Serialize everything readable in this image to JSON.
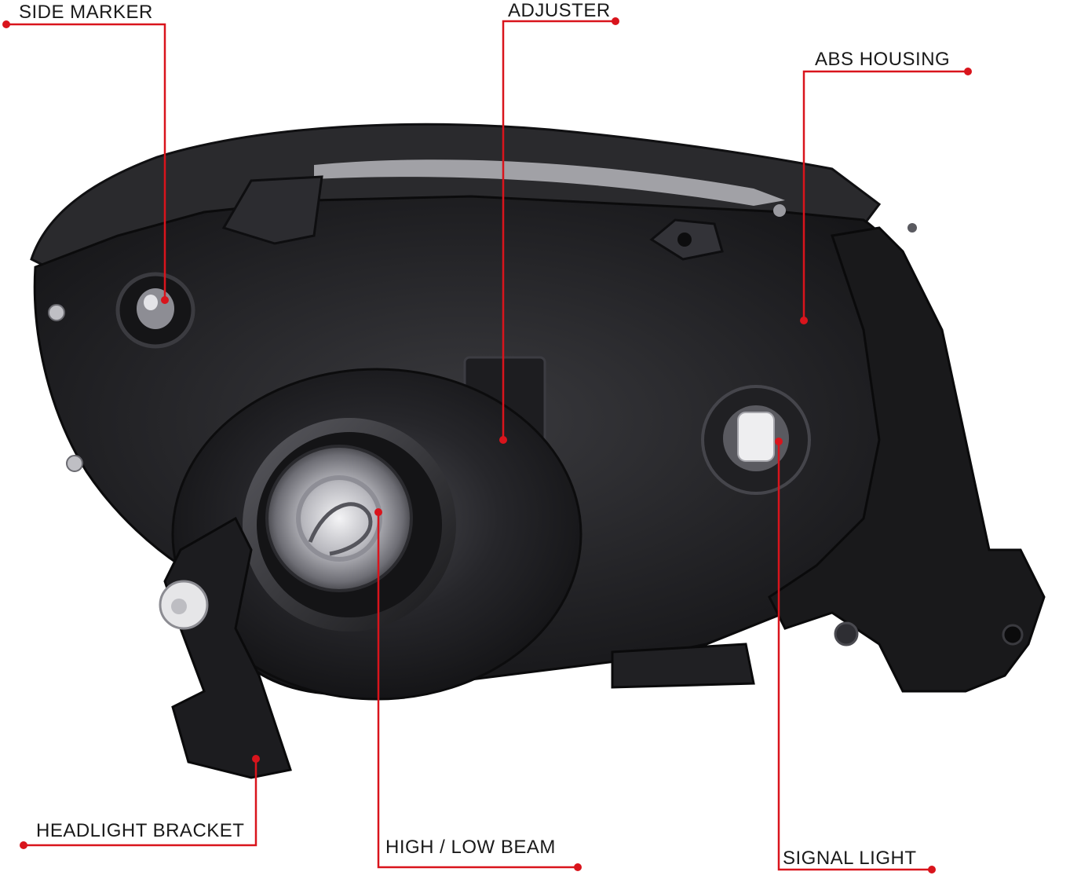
{
  "labels": {
    "side_marker": "SIDE MARKER",
    "adjuster": "ADJUSTER",
    "abs_housing": "ABS HOUSING",
    "headlight_bracket": "HEADLIGHT BRACKET",
    "high_low_beam": "HIGH / LOW BEAM",
    "signal_light": "SIGNAL LIGHT"
  },
  "colors": {
    "leader_line": "#d9141c",
    "housing": "#1b1b1d",
    "housing_highlight": "#3a3a3e",
    "bulb": "#e6e6e8"
  }
}
